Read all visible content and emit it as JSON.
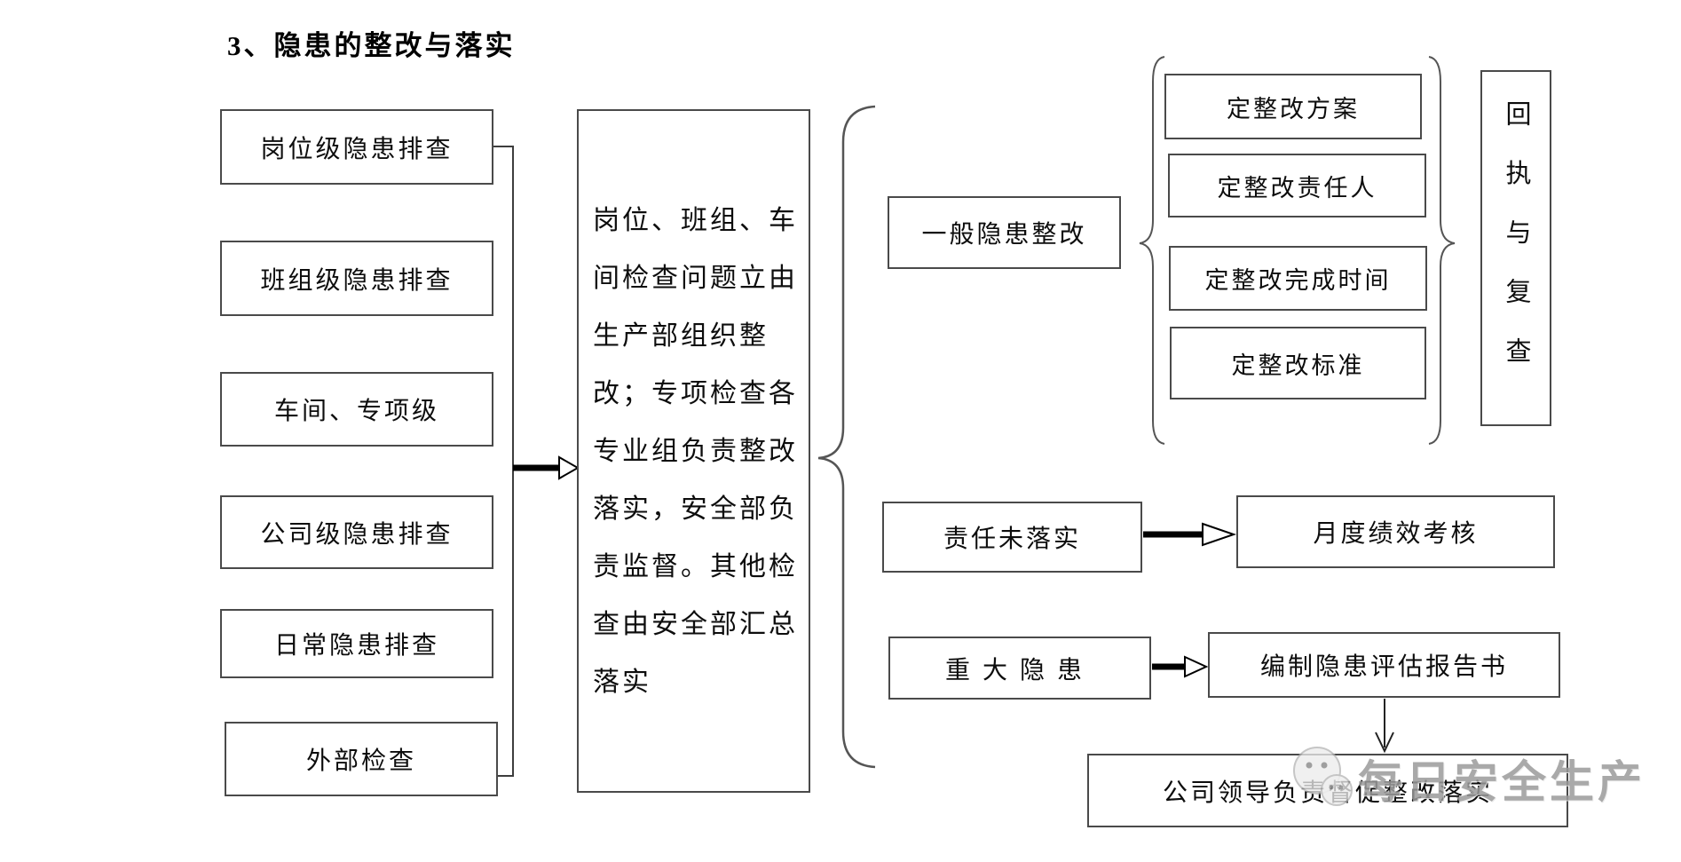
{
  "title": "3、隐患的整改与落实",
  "left_column": {
    "items": [
      {
        "label": "岗位级隐患排查"
      },
      {
        "label": "班组级隐患排查"
      },
      {
        "label": "车间、专项级"
      },
      {
        "label": "公司级隐患排查"
      },
      {
        "label": "日常隐患排查"
      },
      {
        "label": "外部检查"
      }
    ]
  },
  "process_box": {
    "lines": [
      "岗位、班组、车",
      "间检查问题立由",
      "生产部组织整",
      "改；专项检查各",
      "专业组负责整改",
      "落实，安全部负",
      "责监督。其他检",
      "查由安全部汇总",
      "落实"
    ],
    "full_text": "岗位、班组、车间检查问题立由生产部组织整改；专项检查各专业组负责整改落实，安全部负责监督。其他检查由安全部汇总落实"
  },
  "general_branch": {
    "label": "一般隐患整改",
    "measures": [
      {
        "label": "定整改方案"
      },
      {
        "label": "定整改责任人"
      },
      {
        "label": "定整改完成时间"
      },
      {
        "label": "定整改标准"
      }
    ],
    "outcome": "回执与复查"
  },
  "responsibility_branch": {
    "label": "责任未落实",
    "outcome": "月度绩效考核"
  },
  "major_branch": {
    "label": "重大隐患",
    "report": "编制隐患评估报告书",
    "outcome": "公司领导负责督促整改落实"
  },
  "watermark": {
    "text": "每日安全生产",
    "icon": "wechat-icon"
  }
}
